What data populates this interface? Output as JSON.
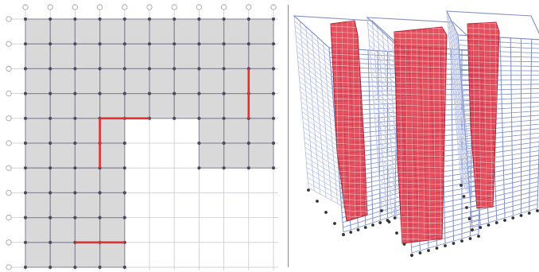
{
  "plan_view": {
    "grid_columns": 11,
    "grid_rows": 11,
    "grid_bubble_labels": [],
    "colors": {
      "slab_fill": "#d9d9d9",
      "grid_line": "#8a8a9a",
      "node": "#4a4a60",
      "shear_wall": "#e03030",
      "empty_fill": "#ffffff"
    },
    "filled_bays": [
      [
        1,
        1
      ],
      [
        2,
        1
      ],
      [
        3,
        1
      ],
      [
        4,
        1
      ],
      [
        5,
        1
      ],
      [
        6,
        1
      ],
      [
        7,
        1
      ],
      [
        8,
        1
      ],
      [
        9,
        1
      ],
      [
        10,
        1
      ],
      [
        1,
        2
      ],
      [
        2,
        2
      ],
      [
        3,
        2
      ],
      [
        4,
        2
      ],
      [
        5,
        2
      ],
      [
        6,
        2
      ],
      [
        7,
        2
      ],
      [
        8,
        2
      ],
      [
        9,
        2
      ],
      [
        10,
        2
      ],
      [
        1,
        3
      ],
      [
        2,
        3
      ],
      [
        3,
        3
      ],
      [
        4,
        3
      ],
      [
        5,
        3
      ],
      [
        6,
        3
      ],
      [
        7,
        3
      ],
      [
        8,
        3
      ],
      [
        9,
        3
      ],
      [
        10,
        3
      ],
      [
        1,
        4
      ],
      [
        2,
        4
      ],
      [
        3,
        4
      ],
      [
        4,
        4
      ],
      [
        5,
        4
      ],
      [
        6,
        4
      ],
      [
        7,
        4
      ],
      [
        8,
        4
      ],
      [
        9,
        4
      ],
      [
        10,
        4
      ],
      [
        1,
        5
      ],
      [
        2,
        5
      ],
      [
        3,
        5
      ],
      [
        4,
        5
      ],
      [
        8,
        5
      ],
      [
        9,
        5
      ],
      [
        10,
        5
      ],
      [
        1,
        6
      ],
      [
        2,
        6
      ],
      [
        3,
        6
      ],
      [
        4,
        6
      ],
      [
        8,
        6
      ],
      [
        9,
        6
      ],
      [
        10,
        6
      ],
      [
        1,
        7
      ],
      [
        2,
        7
      ],
      [
        3,
        7
      ],
      [
        4,
        7
      ],
      [
        1,
        8
      ],
      [
        2,
        8
      ],
      [
        3,
        8
      ],
      [
        4,
        8
      ],
      [
        1,
        9
      ],
      [
        2,
        9
      ],
      [
        3,
        9
      ],
      [
        4,
        9
      ],
      [
        1,
        10
      ],
      [
        2,
        10
      ],
      [
        3,
        10
      ],
      [
        4,
        10
      ]
    ],
    "shear_walls": [
      {
        "from": [
          3,
          4
        ],
        "to": [
          5,
          4
        ]
      },
      {
        "from": [
          3,
          4
        ],
        "to": [
          3,
          6
        ]
      },
      {
        "from": [
          9,
          2
        ],
        "to": [
          9,
          4
        ]
      },
      {
        "from": [
          2,
          9
        ],
        "to": [
          4,
          9
        ]
      }
    ]
  },
  "model_view": {
    "description_icon": "3d-frame-model-icon",
    "colors": {
      "frame": "#7f8fc8",
      "frame_light": "#b9c2e6",
      "core_wall": "#dd2a3a",
      "support": "#333333"
    }
  }
}
